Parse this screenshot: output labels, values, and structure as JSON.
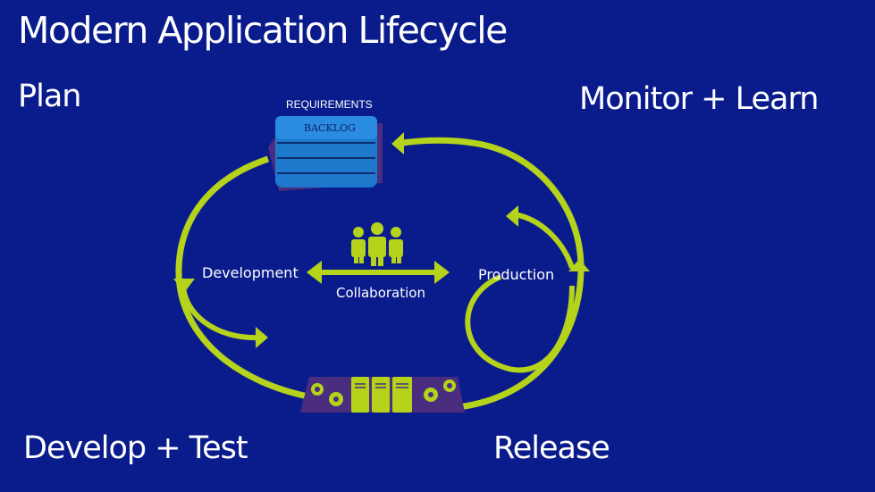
{
  "slide": {
    "title": "Modern Application Lifecycle"
  },
  "phases": {
    "plan": "Plan",
    "monitor_learn": "Monitor + Learn",
    "develop_test": "Develop + Test",
    "release": "Release"
  },
  "labels": {
    "requirements": "REQUIREMENTS",
    "backlog": "BACKLOG",
    "development": "Development",
    "production": "Production",
    "collaboration": "Collaboration"
  },
  "colors": {
    "background": "#0a1c8c",
    "accent": "#b5d31a",
    "backlog_blue": "#1e78cc",
    "backlog_purple": "#4a2d7e"
  }
}
